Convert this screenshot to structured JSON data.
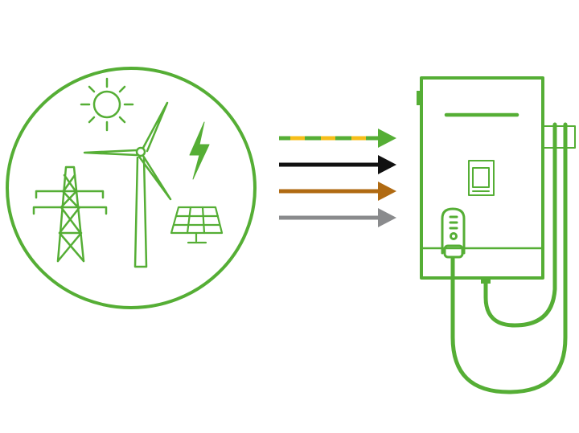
{
  "colors": {
    "green": "#55AE35",
    "yellow": "#F6BE1A",
    "black": "#111111",
    "brown": "#B06A12",
    "gray": "#8A8B8D"
  },
  "icons": [
    "sun-icon",
    "wind-turbine-icon",
    "lightning-icon",
    "power-pylon-icon",
    "solar-panel-icon",
    "ev-charger-icon"
  ],
  "arrows": [
    "green-yellow",
    "black",
    "brown",
    "gray"
  ]
}
